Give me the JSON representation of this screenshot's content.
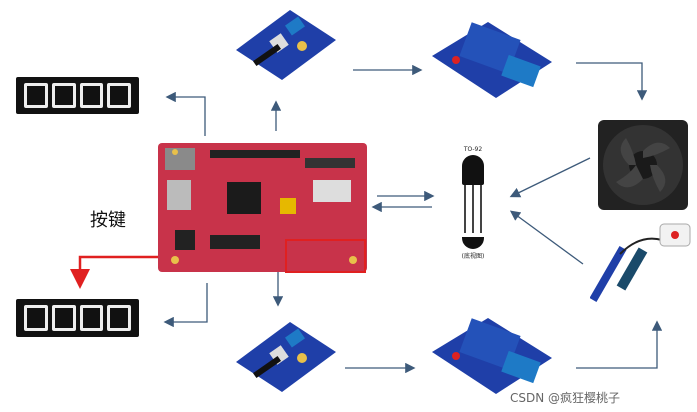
{
  "labels": {
    "key": "按键",
    "to92_top": "TO-92",
    "to92_bottom": "(底视图)"
  },
  "watermark": "CSDN @疯狂樱桃子",
  "colors": {
    "arrow": "#3d5a7a",
    "highlight": "#e02020",
    "board": "#c8334a",
    "relay": "#1f4fb0",
    "terminal": "#1e7ac6",
    "pcb_blue": "#1f3fa8"
  }
}
